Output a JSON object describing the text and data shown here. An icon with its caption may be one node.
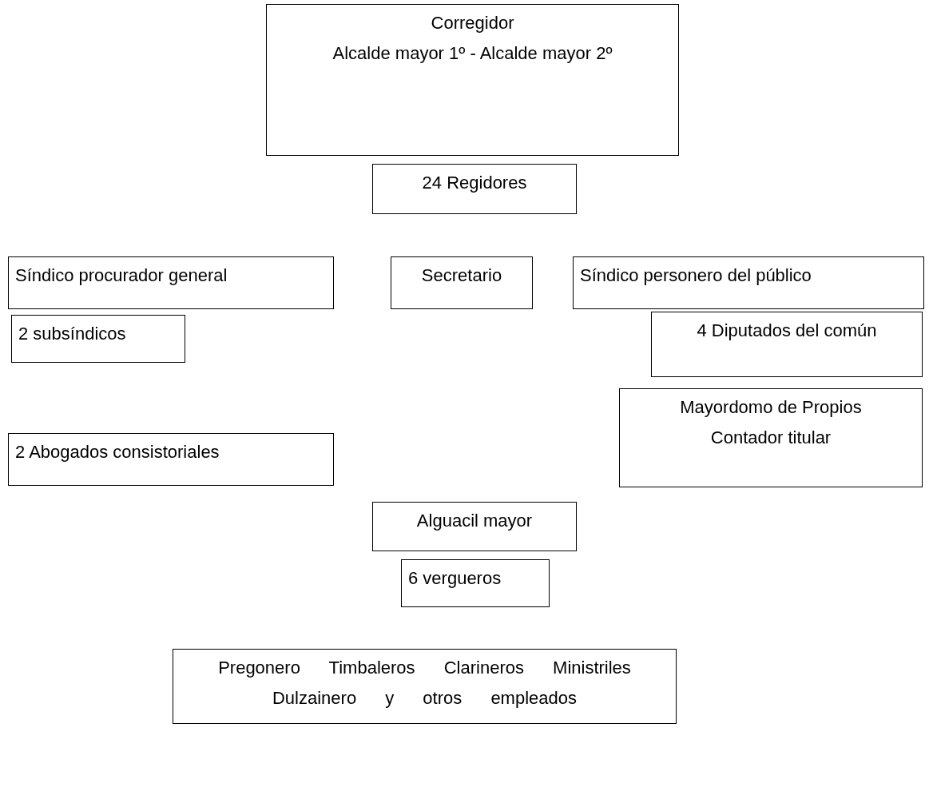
{
  "diagram": {
    "nodes": [
      {
        "text": [
          "Corregidor",
          "Alcalde mayor 1º - Alcalde mayor 2º"
        ]
      },
      {
        "text": [
          "24 Regidores"
        ]
      },
      {
        "text": [
          "Síndico procurador general"
        ]
      },
      {
        "text": [
          "Secretario"
        ]
      },
      {
        "text": [
          "Síndico personero del público"
        ]
      },
      {
        "text": [
          "2 subsíndicos"
        ]
      },
      {
        "text": [
          "4 Diputados del común"
        ]
      },
      {
        "text": [
          "Mayordomo de Propios",
          "Contador titular"
        ]
      },
      {
        "text": [
          "2 Abogados consistoriales"
        ]
      },
      {
        "text": [
          "Alguacil mayor"
        ]
      },
      {
        "text": [
          "6 vergueros"
        ]
      },
      {
        "text": [
          "Pregonero Timbaleros Clarineros Ministriles Dulzainero y otros empleados"
        ]
      }
    ],
    "edges": []
  }
}
